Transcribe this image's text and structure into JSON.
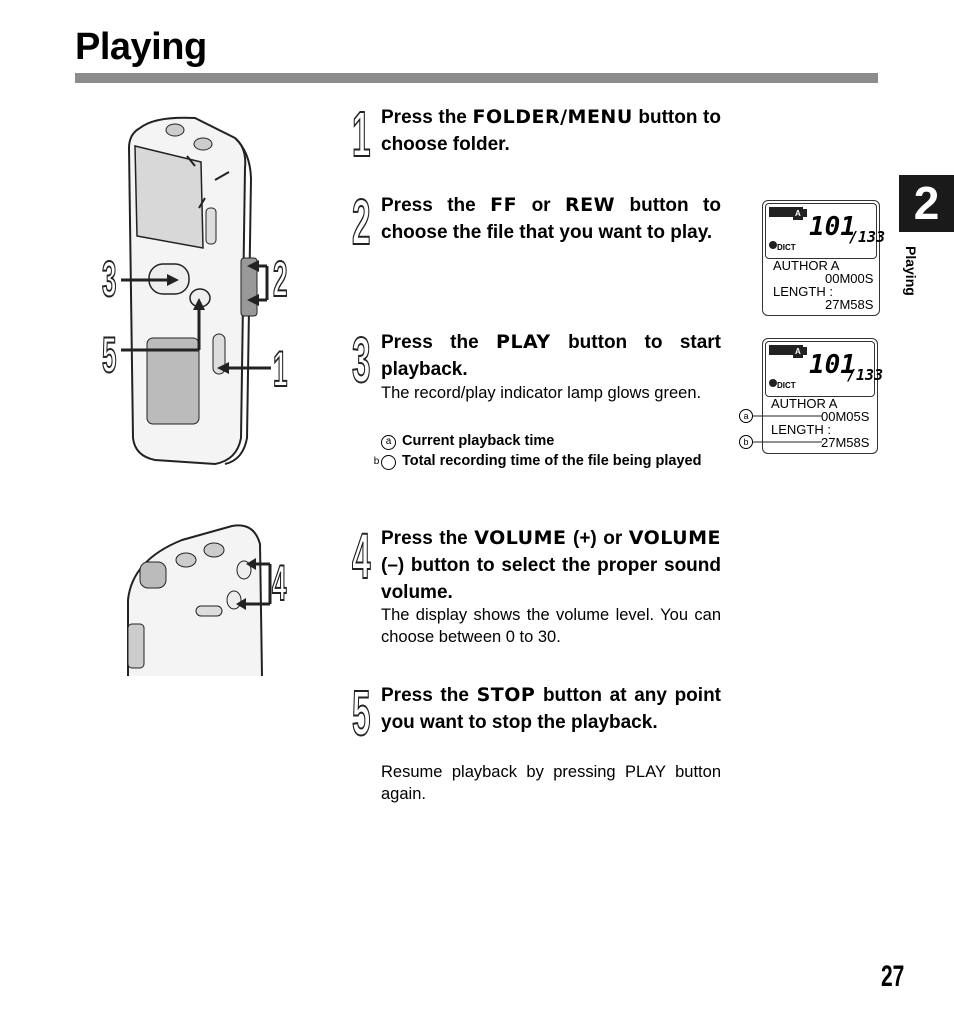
{
  "page": {
    "title": "Playing",
    "chapter_tab": "2",
    "chapter_label": "Playing",
    "page_number": "27"
  },
  "illustration": {
    "callouts": [
      "3",
      "2",
      "5",
      "1",
      "4"
    ]
  },
  "steps": [
    {
      "number": "1",
      "head_parts": [
        "Press the ",
        "FOLDER/MENU",
        " button to choose folder."
      ]
    },
    {
      "number": "2",
      "head_parts": [
        "Press the ",
        "FF",
        " or ",
        "REW",
        " button to choose the file that you want to play."
      ]
    },
    {
      "number": "3",
      "head_parts": [
        "Press the ",
        "PLAY",
        " button to start playback."
      ],
      "body": "The record/play indicator lamp glows green.",
      "notes": [
        {
          "marker": "a",
          "text": "Current playback time"
        },
        {
          "marker": "b",
          "text": "Total recording time of the file being played"
        }
      ]
    },
    {
      "number": "4",
      "head_parts": [
        "Press the ",
        "VOLUME",
        " (+) or ",
        "VOLUME",
        " (–) button to select the proper sound volume."
      ],
      "body": "The display shows the volume level. You can choose between 0 to 30."
    },
    {
      "number": "5",
      "head_parts": [
        "Press the ",
        "STOP",
        " button at any point you want to stop the playback."
      ],
      "body": "Resume playback by pressing PLAY button again."
    }
  ],
  "displays": [
    {
      "folder": "A",
      "mode": "DICT",
      "file_number": "101",
      "total_files": "133",
      "author": "AUTHOR A",
      "time": "00M00S",
      "length_label": "LENGTH :",
      "length": "27M58S"
    },
    {
      "folder": "A",
      "mode": "DICT",
      "file_number": "101",
      "total_files": "133",
      "author": "AUTHOR A",
      "time": "00M05S",
      "length_label": "LENGTH :",
      "length": "27M58S",
      "markers": [
        "a",
        "b"
      ]
    }
  ]
}
